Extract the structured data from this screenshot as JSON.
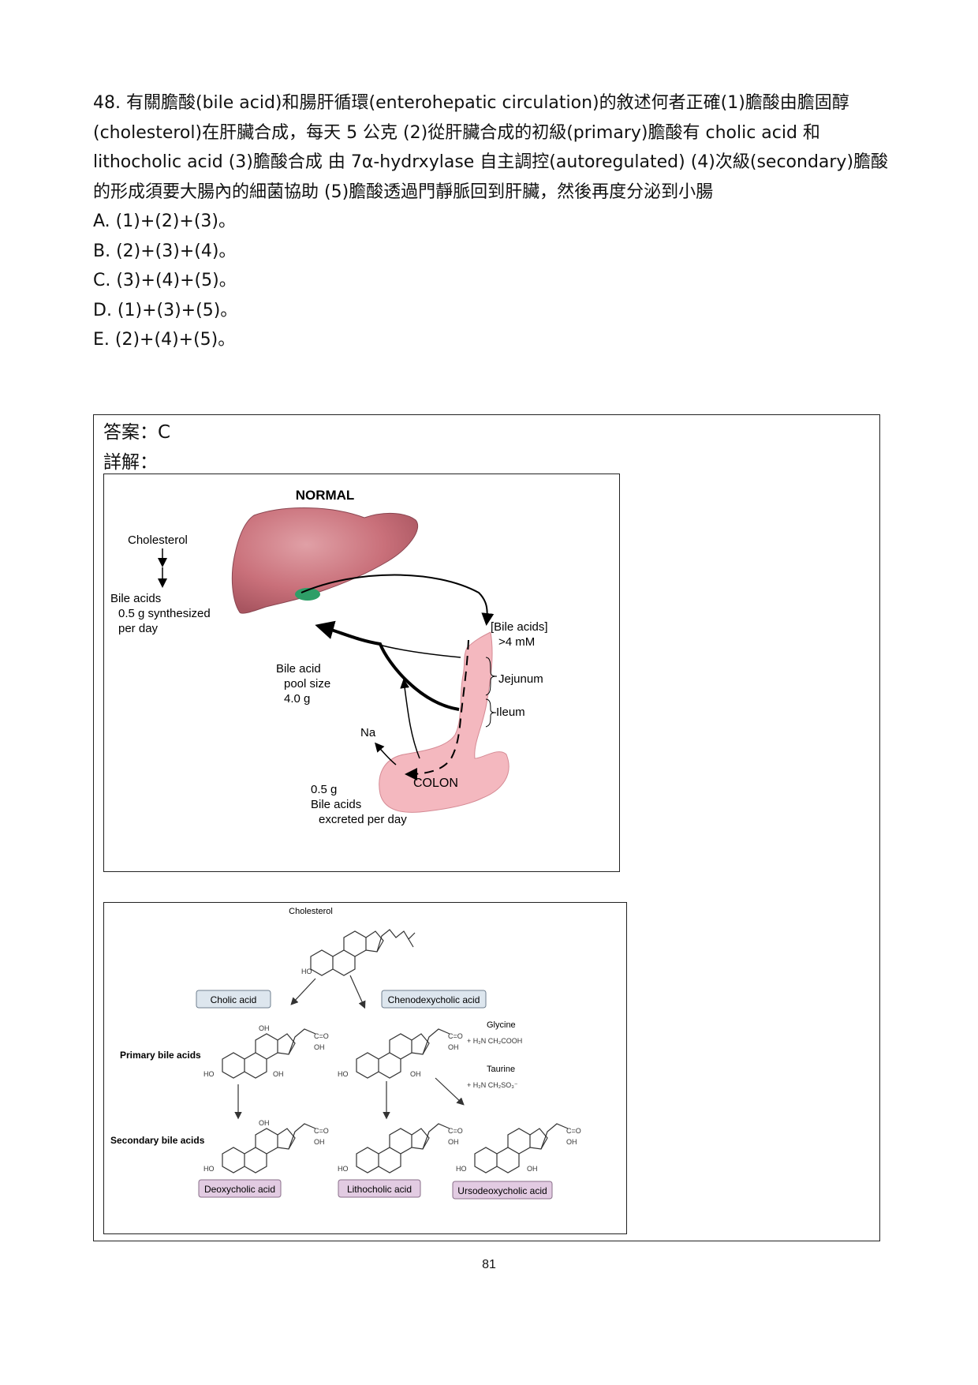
{
  "question": {
    "text": "48. 有關膽酸(bile acid)和腸肝循環(enterohepatic circulation)的敘述何者正確(1)膽酸由膽固醇(cholesterol)在肝臟合成，每天 5 公克 (2)從肝臟合成的初級(primary)膽酸有 cholic acid 和 lithocholic acid (3)膽酸合成 由 7α-hydrxylase 自主調控(autoregulated) (4)次級(secondary)膽酸的形成須要大腸內的細菌協助 (5)膽酸透過門靜脈回到肝臟，然後再度分泌到小腸",
    "options": [
      "A. (1)+(2)+(3)。",
      "B. (2)+(3)+(4)。",
      "C. (3)+(4)+(5)。",
      "D. (1)+(3)+(5)。",
      "E. (2)+(4)+(5)。"
    ]
  },
  "answer": {
    "label": "答案：C",
    "explain_label": "詳解："
  },
  "figure1": {
    "title": "NORMAL",
    "cholesterol": "Cholesterol",
    "bile_acids_1": "Bile acids",
    "bile_acids_2": "0.5 g synthesized",
    "bile_acids_3": "per day",
    "conc_1": "[Bile acids]",
    "conc_2": ">4 mM",
    "jejunum": "Jejunum",
    "ileum": "Ileum",
    "pool_1": "Bile acid",
    "pool_2": "pool size",
    "pool_3": "4.0 g",
    "na": "Na",
    "colon": "COLON",
    "excreted_1": "0.5 g",
    "excreted_2": "Bile acids",
    "excreted_3": "excreted per day",
    "colors": {
      "liver": "#c9707a",
      "gallbladder": "#2e9e67",
      "intestine": "#f4b8bf"
    }
  },
  "figure2": {
    "cholesterol": "Cholesterol",
    "cholic": "Cholic acid",
    "cheno": "Chenodexycholic acid",
    "primary": "Primary bile acids",
    "secondary": "Secondary bile acids",
    "glycine": "Glycine",
    "taurine": "Taurine",
    "deoxy": "Deoxycholic acid",
    "litho": "Lithocholic acid",
    "urso": "Ursodeoxycholic acid",
    "colors": {
      "primary_box": "#dde6ee",
      "secondary_box": "#e2cbe2"
    }
  },
  "page_number": "81"
}
